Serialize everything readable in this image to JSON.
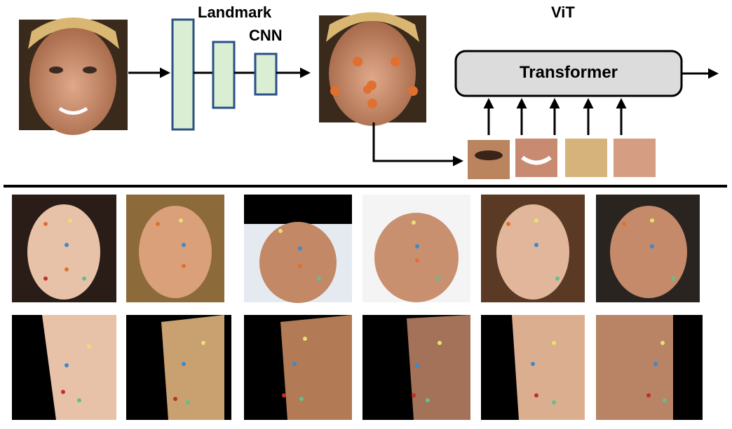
{
  "pipeline": {
    "cnn_label_line1": "Landmark",
    "cnn_label_line2": "CNN",
    "vit_label": "ViT",
    "transformer_label": "Transformer"
  },
  "colors": {
    "cnn_block_fill": "#d9eed3",
    "cnn_block_stroke": "#2b4f86",
    "transformer_fill": "#dcdcdc",
    "landmark_dot": "#e07030",
    "divider": "#000000"
  },
  "icons": [
    "input-face-image",
    "landmarked-face-image",
    "facial-patch-image",
    "arrow-icon"
  ],
  "gallery": {
    "rows": [
      {
        "pose": "frontal",
        "count": 6
      },
      {
        "pose": "profile",
        "count": 6
      }
    ]
  }
}
